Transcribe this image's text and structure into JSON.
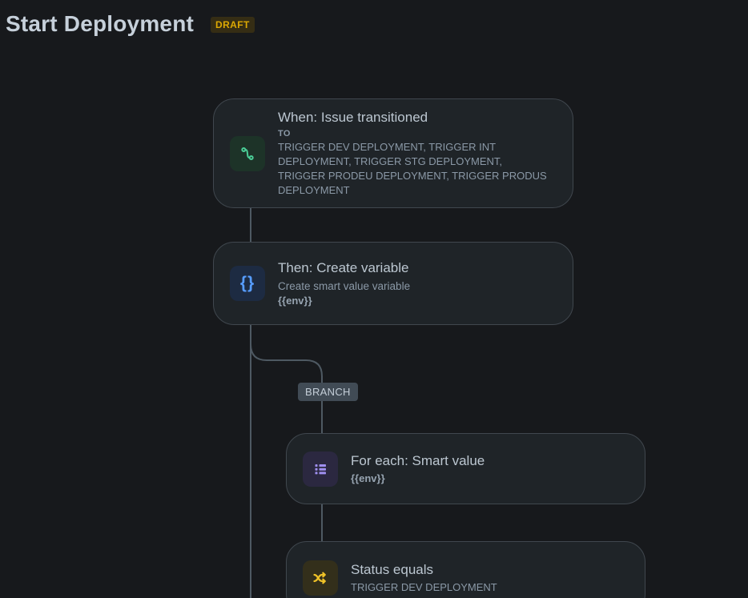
{
  "page": {
    "title": "Start Deployment",
    "status_badge": "DRAFT"
  },
  "flow": {
    "branch_label": "BRANCH",
    "nodes": [
      {
        "id": "trigger",
        "title": "When: Issue transitioned",
        "label": "TO",
        "description": "TRIGGER DEV DEPLOYMENT, TRIGGER INT DEPLOYMENT, TRIGGER STG DEPLOYMENT, TRIGGER PRODEU DEPLOYMENT, TRIGGER PRODUS DEPLOYMENT",
        "icon": "transition-icon",
        "icon_color": "#4bce97",
        "icon_bg": "#1d3328"
      },
      {
        "id": "create-variable",
        "title": "Then: Create variable",
        "description": "Create smart value variable",
        "value": "{{env}}",
        "icon": "braces-icon",
        "icon_glyph": "{}",
        "icon_color": "#579dff",
        "icon_bg": "#1d2b42"
      },
      {
        "id": "for-each",
        "title": "For each: Smart value",
        "value": "{{env}}",
        "icon": "bullet-list-icon",
        "icon_color": "#9f8fef",
        "icon_bg": "#2b2840"
      },
      {
        "id": "condition",
        "title": "Status equals",
        "description": "TRIGGER DEV DEPLOYMENT",
        "icon": "shuffle-icon",
        "icon_color": "#efc228",
        "icon_bg": "#332f1b"
      }
    ]
  },
  "colors": {
    "background": "#17191c",
    "node_background": "#1f2428",
    "node_border": "#40474e",
    "connector": "#4e5962",
    "heading_text": "#c6d0da",
    "muted_text": "#8b99a7",
    "draft_text": "#dca803",
    "draft_bg": "#352d14",
    "branch_badge_bg": "#414b55"
  }
}
